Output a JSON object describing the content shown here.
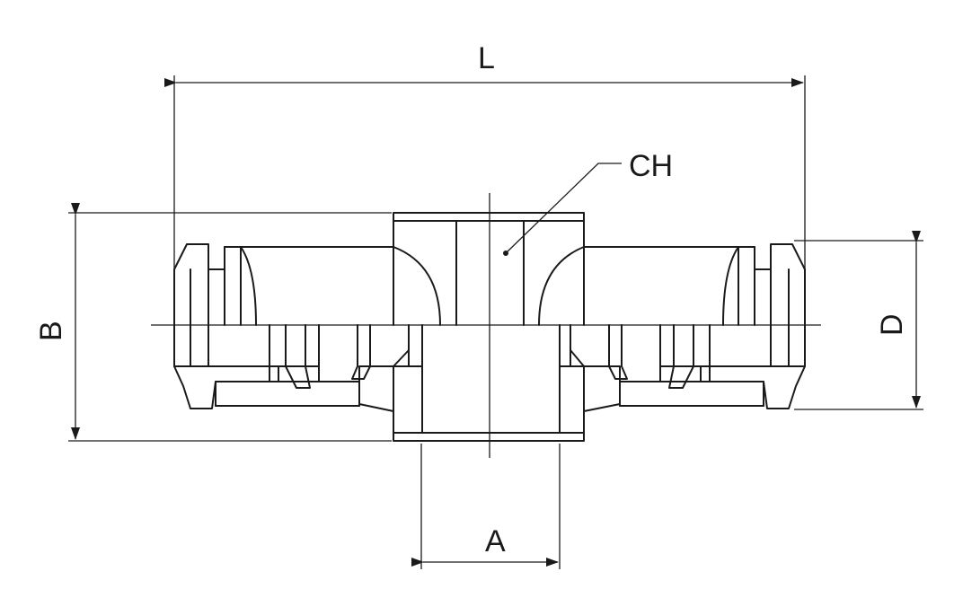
{
  "diagram": {
    "labels": {
      "length": "L",
      "hex_size": "CH",
      "height": "B",
      "end_diameter": "D",
      "port_diameter": "A"
    },
    "colors": {
      "line": "#1a1a1a",
      "background": "#ffffff"
    }
  }
}
